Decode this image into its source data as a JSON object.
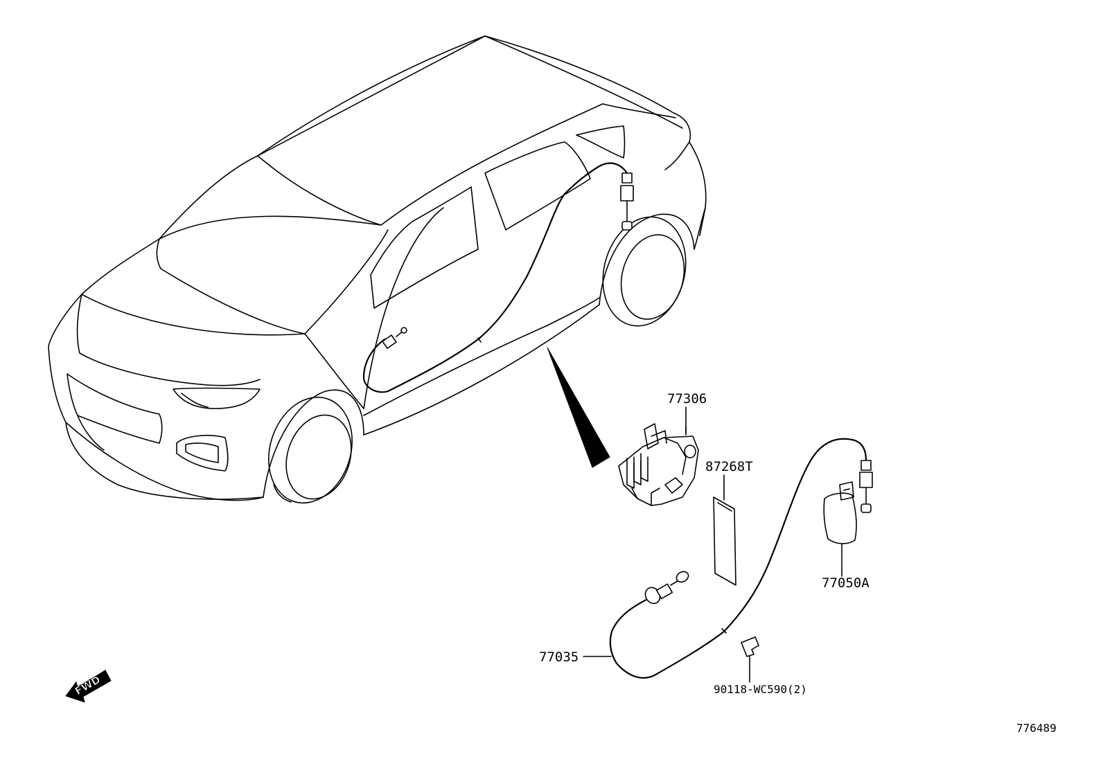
{
  "diagram": {
    "callouts": {
      "latch": "77306",
      "insulator": "87268T",
      "cable": "77035",
      "lid": "77050A",
      "clip": "90118-WC590(2)"
    },
    "direction_badge": "FWD",
    "figure_number": "776489"
  }
}
